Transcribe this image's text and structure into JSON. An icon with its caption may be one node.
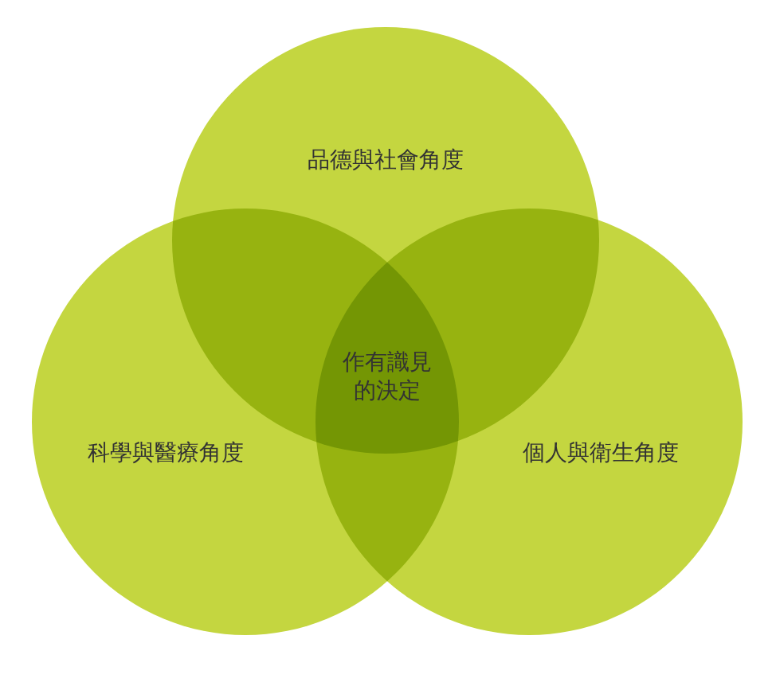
{
  "diagram": {
    "nodes": [
      {
        "text": [
          "品德與社會角度"
        ]
      },
      {
        "text": [
          "科學與醫療角度"
        ]
      },
      {
        "text": [
          "個人與衛生角度"
        ]
      }
    ],
    "edges": [],
    "labels": [
      "作有識見的決定"
    ]
  }
}
